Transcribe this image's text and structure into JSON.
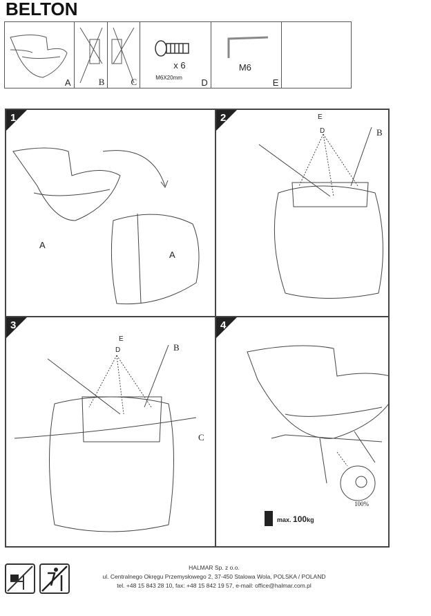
{
  "title": "BELTON",
  "parts": [
    {
      "label": "A"
    },
    {
      "label": "B"
    },
    {
      "label": "C"
    },
    {
      "label": "D",
      "quantity": "x 6",
      "spec": "M6X20mm"
    },
    {
      "label": "E",
      "spec": "M6"
    }
  ],
  "steps": [
    {
      "number": "1",
      "labels": [
        "A",
        "A"
      ]
    },
    {
      "number": "2",
      "labels": [
        "E",
        "D",
        "B"
      ]
    },
    {
      "number": "3",
      "labels": [
        "E",
        "D",
        "B",
        "C"
      ]
    },
    {
      "number": "4",
      "max_load": "max.",
      "max_value": "100",
      "max_unit": "kg",
      "torque": "100%"
    }
  ],
  "footer": {
    "company": "HALMAR Sp. z o.o.",
    "address": "ul. Centralnego Okręgu Przemysłowego 2, 37-450 Stalowa Wola, POLSKA / POLAND",
    "contact": "tel. +48 15 843 28 10, fax: +48 15 842 19 57, e-mail: office@halmar.com.pl"
  }
}
